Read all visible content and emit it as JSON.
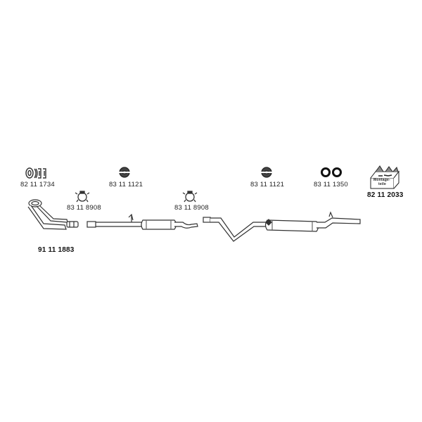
{
  "parts": [
    {
      "id": "gasket-set",
      "number": "82 11 1734",
      "bold": false
    },
    {
      "id": "rubber-mount-1",
      "number": "83 11 1121",
      "bold": false
    },
    {
      "id": "rubber-mount-2",
      "number": "83 11 1121",
      "bold": false
    },
    {
      "id": "o-rings",
      "number": "83 11 1350",
      "bold": false
    },
    {
      "id": "mounting-kit",
      "number": "82 11 2033",
      "bold": true,
      "box_text_line1": "Montage-",
      "box_text_line2": "teile"
    },
    {
      "id": "clamp-1",
      "number": "83 11 8908",
      "bold": false
    },
    {
      "id": "clamp-2",
      "number": "83 11 8908",
      "bold": false
    },
    {
      "id": "front-pipe",
      "number": "91 11 1883",
      "bold": true
    }
  ]
}
